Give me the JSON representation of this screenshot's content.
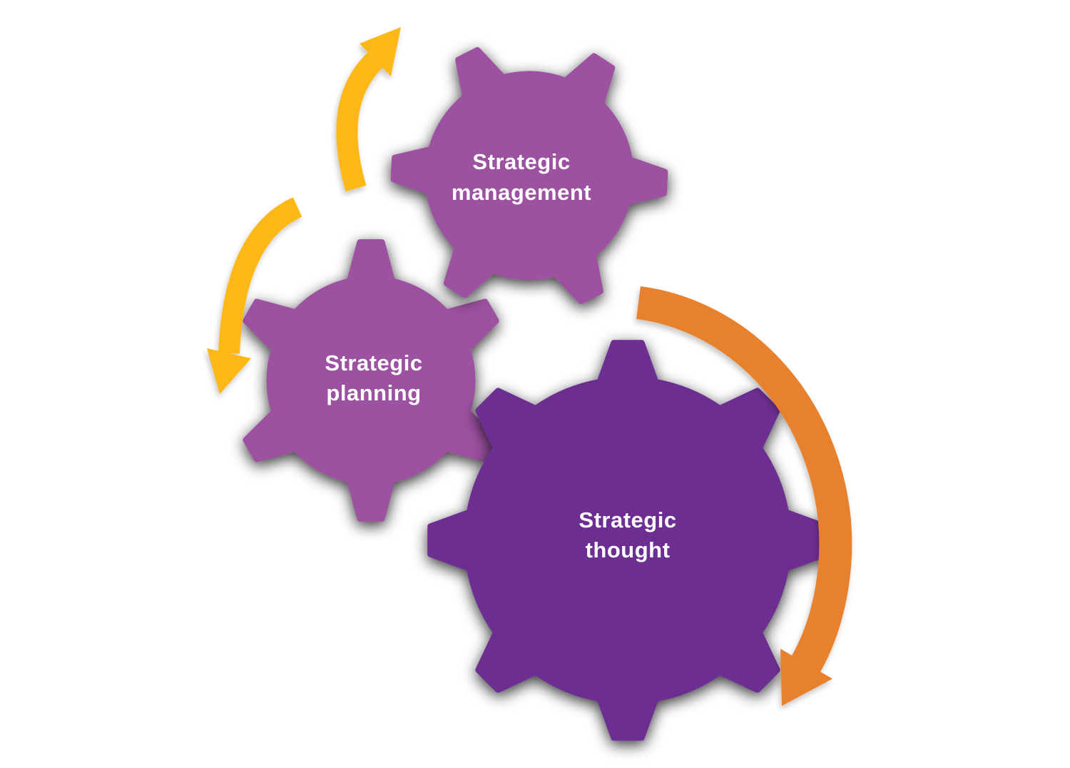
{
  "diagram": {
    "background_color": "#FFFFFF",
    "text_color": "#FFFFFF",
    "gears": [
      {
        "id": "strategic-management",
        "label_line1": "Strategic",
        "label_line2": "management",
        "color": "#9C51A1"
      },
      {
        "id": "strategic-planning",
        "label_line1": "Strategic",
        "label_line2": "planning",
        "color": "#9C51A1"
      },
      {
        "id": "strategic-thought",
        "label_line1": "Strategic",
        "label_line2": "thought",
        "color": "#6D2E91"
      }
    ],
    "arrows": [
      {
        "id": "curved-arrow-top",
        "color": "#FBB817"
      },
      {
        "id": "curved-arrow-left",
        "color": "#FBB817"
      },
      {
        "id": "curved-arrow-right",
        "color": "#E8812D"
      }
    ]
  }
}
